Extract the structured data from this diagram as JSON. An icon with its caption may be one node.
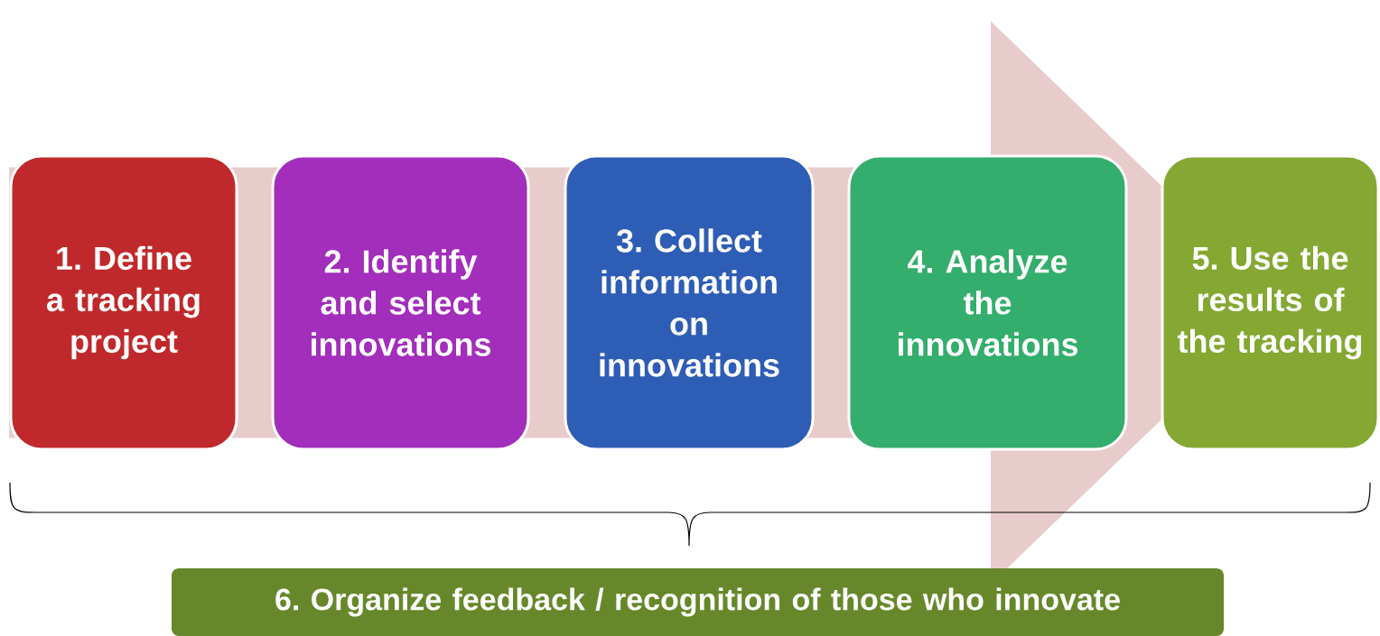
{
  "diagram": {
    "nodes": [
      {
        "text": [
          "1. Define a tracking project"
        ]
      },
      {
        "text": [
          "2. Identify and select innovations"
        ]
      },
      {
        "text": [
          "3. Collect information on innovations"
        ]
      },
      {
        "text": [
          "4. Analyze the innovations"
        ]
      },
      {
        "text": [
          "5. Use the results of the tracking"
        ]
      },
      {
        "text": [
          "6. Organize feedback / recognition of those who innovate"
        ]
      }
    ],
    "edges": [
      {
        "from": 0,
        "to": 4,
        "arrow": "to"
      }
    ]
  }
}
